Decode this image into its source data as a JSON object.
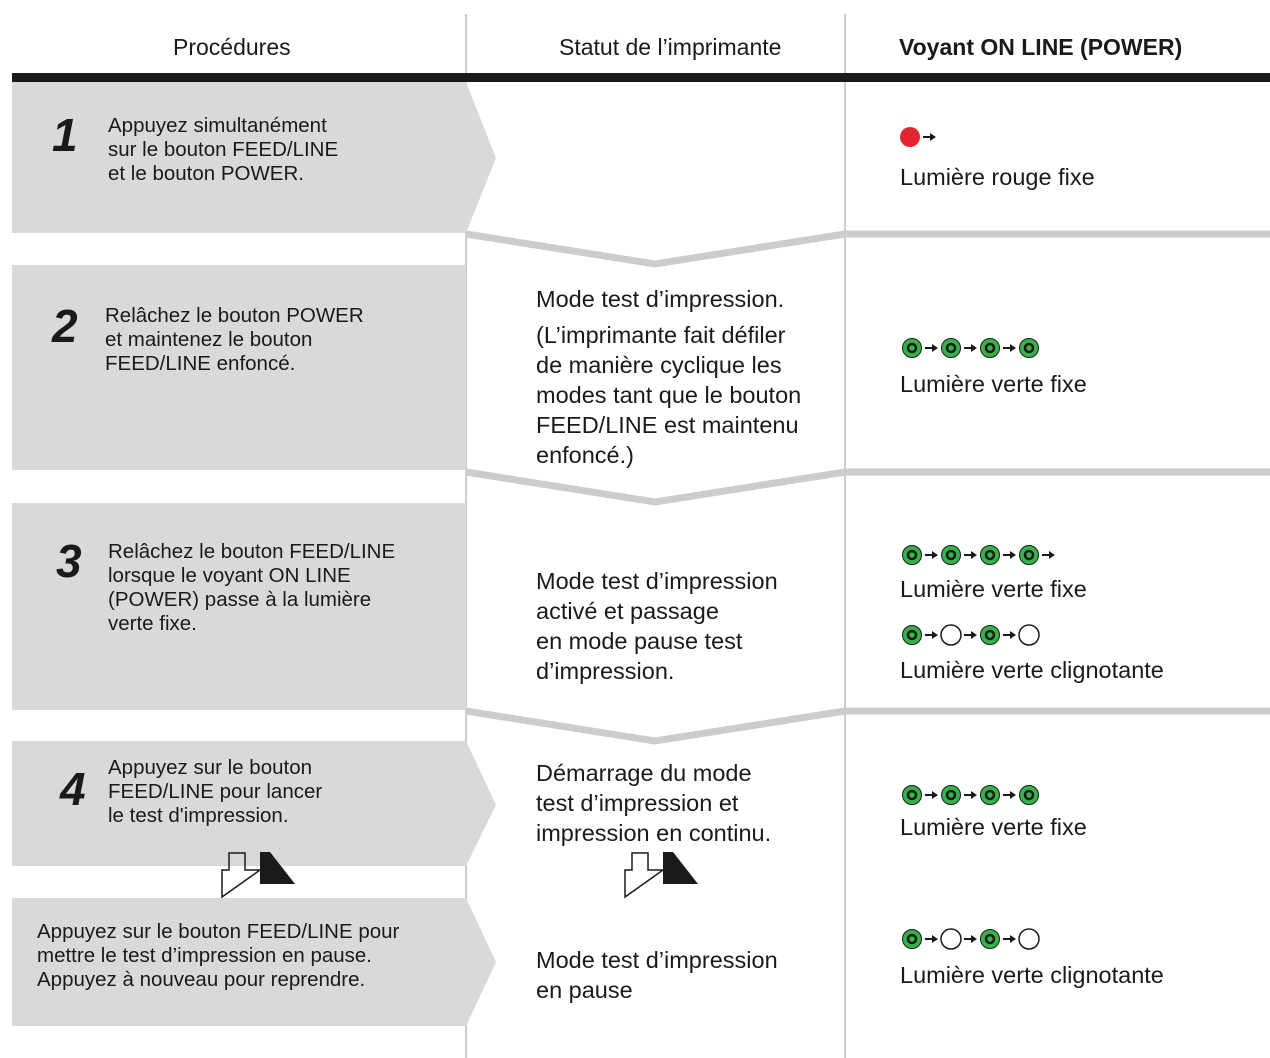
{
  "header": {
    "col1": "Procédures",
    "col2": "Statut de l’imprimante",
    "col3": "Voyant ON LINE (POWER)"
  },
  "colors": {
    "panel": "#d9d9d9",
    "led_green": "#35b34a",
    "led_red": "#e3262e",
    "rule": "#1a1a1a",
    "divider": "#cccccc"
  },
  "steps": [
    {
      "number": "1",
      "procedure": [
        "Appuyez simultanément",
        "sur le bouton FEED/LINE",
        "et le bouton POWER."
      ],
      "status": [],
      "led_sequence": [
        "red",
        "arrow"
      ],
      "led_label": "Lumière rouge fixe"
    },
    {
      "number": "2",
      "procedure": [
        "Relâchez le bouton POWER",
        "et maintenez le bouton",
        "FEED/LINE enfoncé."
      ],
      "status": [
        "Mode test d’impression.",
        "(L’imprimante fait défiler",
        "de manière cyclique les",
        "modes tant que le bouton",
        "FEED/LINE est maintenu",
        "enfoncé.)"
      ],
      "led_sequence": [
        "green",
        "arrow",
        "green",
        "arrow",
        "green",
        "arrow",
        "green"
      ],
      "led_label": "Lumière verte fixe"
    },
    {
      "number": "3",
      "procedure": [
        "Relâchez le bouton FEED/LINE",
        "lorsque le voyant ON LINE",
        "(POWER) passe à la lumière",
        "verte fixe."
      ],
      "status": [
        "Mode test d’impression",
        "activé et passage",
        "en mode pause test",
        "d’impression."
      ],
      "led_sequence": [
        "green",
        "arrow",
        "green",
        "arrow",
        "green",
        "arrow",
        "green",
        "arrow"
      ],
      "led_label": "Lumière verte fixe",
      "led_sequence_2": [
        "green",
        "arrow",
        "off",
        "arrow",
        "green",
        "arrow",
        "off"
      ],
      "led_label_2": "Lumière verte clignotante"
    },
    {
      "number": "4",
      "procedure": [
        "Appuyez sur le bouton",
        "FEED/LINE pour lancer",
        "le test d'impression."
      ],
      "status": [
        "Démarrage du mode",
        "test d’impression et",
        "impression en continu."
      ],
      "led_sequence": [
        "green",
        "arrow",
        "green",
        "arrow",
        "green",
        "arrow",
        "green"
      ],
      "led_label": "Lumière verte fixe"
    },
    {
      "number": "",
      "procedure": [
        "Appuyez sur le bouton FEED/LINE pour",
        "mettre le test d’impression en pause.",
        "Appuyez à nouveau pour reprendre."
      ],
      "status": [
        "Mode test d’impression",
        "en pause"
      ],
      "led_sequence": [
        "green",
        "arrow",
        "off",
        "arrow",
        "green",
        "arrow",
        "off"
      ],
      "led_label": "Lumière verte clignotante"
    }
  ]
}
